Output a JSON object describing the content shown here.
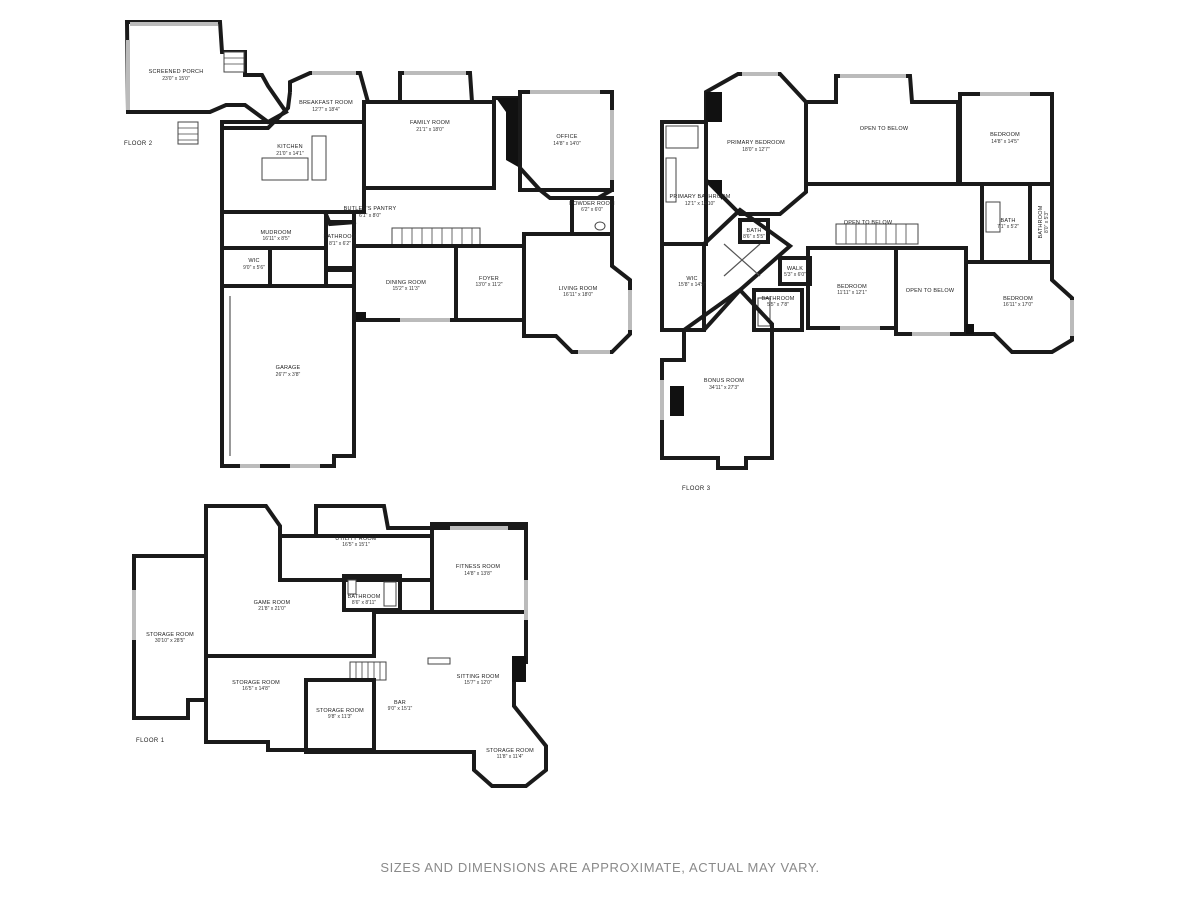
{
  "floors": [
    {
      "id": "floor2",
      "label": "FLOOR 2",
      "rooms": [
        {
          "id": "screened-porch",
          "name": "SCREENED PORCH",
          "dims": "23'0\" x 15'0\""
        },
        {
          "id": "breakfast-room",
          "name": "BREAKFAST ROOM",
          "dims": "12'7\" x 18'4\""
        },
        {
          "id": "family-room",
          "name": "FAMILY ROOM",
          "dims": "21'1\" x 18'0\""
        },
        {
          "id": "office",
          "name": "OFFICE",
          "dims": "14'8\" x 14'0\""
        },
        {
          "id": "kitchen",
          "name": "KITCHEN",
          "dims": "21'0\" x 14'1\""
        },
        {
          "id": "powder-room",
          "name": "POWDER ROOM",
          "dims": "6'2\" x 6'0\""
        },
        {
          "id": "butlers-pantry",
          "name": "BUTLER'S PANTRY",
          "dims": "6'1\" x 8'0\""
        },
        {
          "id": "mudroom",
          "name": "MUDROOM",
          "dims": "16'11\" x 8'5\""
        },
        {
          "id": "bathroom-2",
          "name": "BATHROOM",
          "dims": "8'1\" x 6'2\""
        },
        {
          "id": "wic",
          "name": "WIC",
          "dims": "9'0\" x 5'6\""
        },
        {
          "id": "dining-room",
          "name": "DINING ROOM",
          "dims": "15'2\" x 11'3\""
        },
        {
          "id": "foyer",
          "name": "FOYER",
          "dims": "13'0\" x 11'2\""
        },
        {
          "id": "living-room",
          "name": "LIVING ROOM",
          "dims": "16'11\" x 18'0\""
        },
        {
          "id": "garage",
          "name": "GARAGE",
          "dims": "26'7\" x 3'8\""
        }
      ]
    },
    {
      "id": "floor3",
      "label": "FLOOR 3",
      "rooms": [
        {
          "id": "primary-bedroom",
          "name": "PRIMARY BEDROOM",
          "dims": "18'0\" x 12'7\""
        },
        {
          "id": "open-to-below-1",
          "name": "OPEN TO BELOW",
          "dims": ""
        },
        {
          "id": "bedroom-a",
          "name": "BEDROOM",
          "dims": "14'8\" x 14'5\""
        },
        {
          "id": "primary-bathroom",
          "name": "PRIMARY BATHROOM",
          "dims": "12'1\" x 14'10\""
        },
        {
          "id": "bath-3a",
          "name": "BATH",
          "dims": "8'6\" x 5'5\""
        },
        {
          "id": "bath-3b",
          "name": "BATH",
          "dims": "7'1\" x 5'2\""
        },
        {
          "id": "bathroom-3",
          "name": "BATHROOM",
          "dims": "8'0\" x 5'3\""
        },
        {
          "id": "wic-3",
          "name": "WIC",
          "dims": "15'8\" x 14'9\""
        },
        {
          "id": "walk-3",
          "name": "WALK",
          "dims": "5'3\" x 6'0\""
        },
        {
          "id": "open-to-below-2",
          "name": "OPEN TO BELOW",
          "dims": ""
        },
        {
          "id": "bedroom-b",
          "name": "BEDROOM",
          "dims": "11'11\" x 12'1\""
        },
        {
          "id": "open-to-below-3",
          "name": "OPEN TO BELOW",
          "dims": ""
        },
        {
          "id": "bedroom-c",
          "name": "BEDROOM",
          "dims": "16'11\" x 17'0\""
        },
        {
          "id": "bathroom-3b",
          "name": "BATHROOM",
          "dims": "5'5\" x 7'8\""
        },
        {
          "id": "bonus-room",
          "name": "BONUS ROOM",
          "dims": "34'11\" x 27'3\""
        }
      ]
    },
    {
      "id": "floor1",
      "label": "FLOOR 1",
      "rooms": [
        {
          "id": "utility-room",
          "name": "UTILITY ROOM",
          "dims": "16'5\" x 15'1\""
        },
        {
          "id": "fitness-room",
          "name": "FITNESS ROOM",
          "dims": "14'8\" x 13'8\""
        },
        {
          "id": "bathroom-1",
          "name": "BATHROOM",
          "dims": "8'6\" x 8'11\""
        },
        {
          "id": "game-room",
          "name": "GAME ROOM",
          "dims": "21'8\" x 21'0\""
        },
        {
          "id": "storage-room-1",
          "name": "STORAGE ROOM",
          "dims": "30'10\" x 28'5\""
        },
        {
          "id": "storage-room-2",
          "name": "STORAGE ROOM",
          "dims": "16'5\" x 14'8\""
        },
        {
          "id": "sitting-room",
          "name": "SITTING ROOM",
          "dims": "15'7\" x 12'0\""
        },
        {
          "id": "storage-room-3",
          "name": "STORAGE ROOM",
          "dims": "9'8\" x 11'3\""
        },
        {
          "id": "bar",
          "name": "BAR",
          "dims": "9'0\" x 15'1\""
        },
        {
          "id": "storage-room-4",
          "name": "STORAGE ROOM",
          "dims": "11'8\" x 11'4\""
        }
      ]
    }
  ],
  "disclaimer": "SIZES AND DIMENSIONS ARE APPROXIMATE, ACTUAL MAY VARY.",
  "colors": {
    "wall": "#1a1a1a",
    "window": "#bbbbbb",
    "text": "#222222",
    "disclaimer": "#8a8a8a",
    "background": "#ffffff"
  }
}
